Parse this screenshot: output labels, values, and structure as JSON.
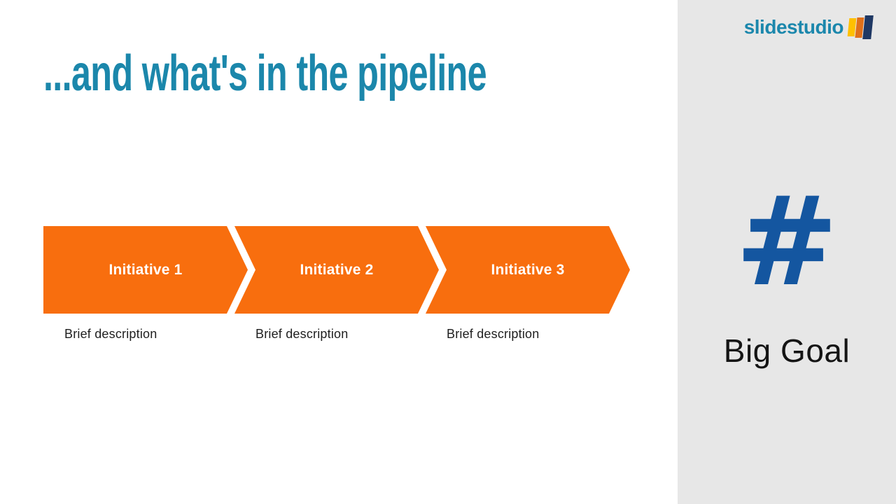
{
  "slide": {
    "title": "...and what's in the pipeline"
  },
  "brand": {
    "logo_text": "slidestudio"
  },
  "pipeline": {
    "steps": [
      {
        "label": "Initiative 1",
        "description": "Brief description"
      },
      {
        "label": "Initiative 2",
        "description": "Brief description"
      },
      {
        "label": "Initiative 3",
        "description": "Brief description"
      }
    ]
  },
  "sidebar": {
    "symbol": "#",
    "goal_label": "Big Goal"
  },
  "colors": {
    "accent_orange": "#F86E0E",
    "accent_teal": "#1B87AB",
    "accent_blue": "#1456A0",
    "sidebar_bg": "#E7E7E7",
    "logo_bar_yellow": "#FFC000",
    "logo_bar_orange": "#E0701A",
    "logo_bar_navy": "#1F3864",
    "body_text": "#1F1F1F",
    "arrow_label_text": "#FFFFFF"
  }
}
